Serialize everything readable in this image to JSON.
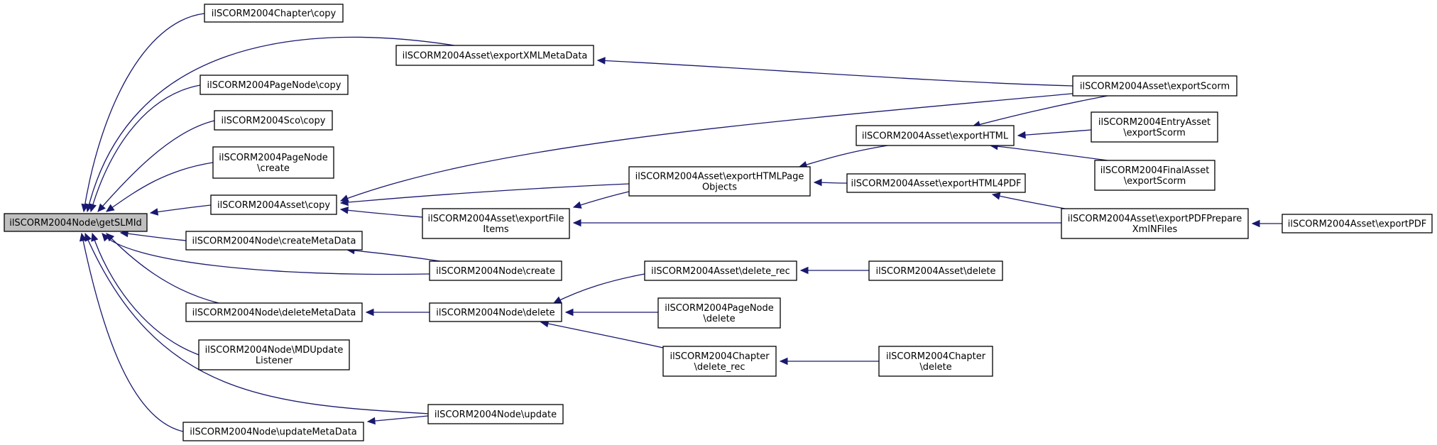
{
  "graph": {
    "type": "call-graph",
    "edge_color": "#191970",
    "root_fill": "#bfbfbf",
    "nodes": [
      {
        "id": "root",
        "lines": [
          "ilSCORM2004Node\\getSLMId"
        ],
        "root": true
      },
      {
        "id": "ch_copy",
        "lines": [
          "ilSCORM2004Chapter\\copy"
        ]
      },
      {
        "id": "pn_copy",
        "lines": [
          "ilSCORM2004PageNode\\copy"
        ]
      },
      {
        "id": "sco_copy",
        "lines": [
          "ilSCORM2004Sco\\copy"
        ]
      },
      {
        "id": "pn_create",
        "lines": [
          "ilSCORM2004PageNode",
          "\\create"
        ]
      },
      {
        "id": "as_copy",
        "lines": [
          "ilSCORM2004Asset\\copy"
        ]
      },
      {
        "id": "n_cmd",
        "lines": [
          "ilSCORM2004Node\\createMetaData"
        ]
      },
      {
        "id": "n_dmd",
        "lines": [
          "ilSCORM2004Node\\deleteMetaData"
        ]
      },
      {
        "id": "n_mdu",
        "lines": [
          "ilSCORM2004Node\\MDUpdate",
          "Listener"
        ]
      },
      {
        "id": "n_umd",
        "lines": [
          "ilSCORM2004Node\\updateMetaData"
        ]
      },
      {
        "id": "as_xmlmd",
        "lines": [
          "ilSCORM2004Asset\\exportXMLMetaData"
        ]
      },
      {
        "id": "as_fileitems",
        "lines": [
          "ilSCORM2004Asset\\exportFile",
          "Items"
        ]
      },
      {
        "id": "n_create",
        "lines": [
          "ilSCORM2004Node\\create"
        ]
      },
      {
        "id": "n_delete",
        "lines": [
          "ilSCORM2004Node\\delete"
        ]
      },
      {
        "id": "n_update",
        "lines": [
          "ilSCORM2004Node\\update"
        ]
      },
      {
        "id": "as_htmlpo",
        "lines": [
          "ilSCORM2004Asset\\exportHTMLPage",
          "Objects"
        ]
      },
      {
        "id": "as_delrec",
        "lines": [
          "ilSCORM2004Asset\\delete_rec"
        ]
      },
      {
        "id": "pn_delete",
        "lines": [
          "ilSCORM2004PageNode",
          "\\delete"
        ]
      },
      {
        "id": "ch_delrec",
        "lines": [
          "ilSCORM2004Chapter",
          "\\delete_rec"
        ]
      },
      {
        "id": "as_html",
        "lines": [
          "ilSCORM2004Asset\\exportHTML"
        ]
      },
      {
        "id": "as_html4pdf",
        "lines": [
          "ilSCORM2004Asset\\exportHTML4PDF"
        ]
      },
      {
        "id": "as_delete",
        "lines": [
          "ilSCORM2004Asset\\delete"
        ]
      },
      {
        "id": "ch_delete",
        "lines": [
          "ilSCORM2004Chapter",
          "\\delete"
        ]
      },
      {
        "id": "as_scorm",
        "lines": [
          "ilSCORM2004Asset\\exportScorm"
        ]
      },
      {
        "id": "ea_scorm",
        "lines": [
          "ilSCORM2004EntryAsset",
          "\\exportScorm"
        ]
      },
      {
        "id": "fa_scorm",
        "lines": [
          "ilSCORM2004FinalAsset",
          "\\exportScorm"
        ]
      },
      {
        "id": "as_pdfprep",
        "lines": [
          "ilSCORM2004Asset\\exportPDFPrepare",
          "XmlNFiles"
        ]
      },
      {
        "id": "as_pdf",
        "lines": [
          "ilSCORM2004Asset\\exportPDF"
        ]
      }
    ],
    "edges": [
      {
        "from": "ch_copy",
        "to": "root"
      },
      {
        "from": "as_xmlmd",
        "to": "root"
      },
      {
        "from": "pn_copy",
        "to": "root"
      },
      {
        "from": "sco_copy",
        "to": "root"
      },
      {
        "from": "pn_create",
        "to": "root"
      },
      {
        "from": "as_copy",
        "to": "root"
      },
      {
        "from": "n_cmd",
        "to": "root"
      },
      {
        "from": "n_create",
        "to": "root"
      },
      {
        "from": "n_dmd",
        "to": "root"
      },
      {
        "from": "n_mdu",
        "to": "root"
      },
      {
        "from": "n_update",
        "to": "root"
      },
      {
        "from": "n_umd",
        "to": "root"
      },
      {
        "from": "as_scorm",
        "to": "as_xmlmd"
      },
      {
        "from": "as_scorm",
        "to": "as_copy"
      },
      {
        "from": "as_htmlpo",
        "to": "as_copy"
      },
      {
        "from": "as_fileitems",
        "to": "as_copy"
      },
      {
        "from": "as_html",
        "to": "as_htmlpo"
      },
      {
        "from": "as_html4pdf",
        "to": "as_htmlpo"
      },
      {
        "from": "as_htmlpo",
        "to": "as_fileitems"
      },
      {
        "from": "as_pdfprep",
        "to": "as_fileitems"
      },
      {
        "from": "as_scorm",
        "to": "as_html"
      },
      {
        "from": "ea_scorm",
        "to": "as_html"
      },
      {
        "from": "fa_scorm",
        "to": "as_html"
      },
      {
        "from": "as_pdfprep",
        "to": "as_html4pdf"
      },
      {
        "from": "as_pdf",
        "to": "as_pdfprep"
      },
      {
        "from": "n_create",
        "to": "n_cmd"
      },
      {
        "from": "n_delete",
        "to": "n_dmd"
      },
      {
        "from": "as_delrec",
        "to": "n_delete"
      },
      {
        "from": "pn_delete",
        "to": "n_delete"
      },
      {
        "from": "ch_delrec",
        "to": "n_delete"
      },
      {
        "from": "as_delete",
        "to": "as_delrec"
      },
      {
        "from": "ch_delete",
        "to": "ch_delrec"
      },
      {
        "from": "n_update",
        "to": "n_umd"
      }
    ]
  }
}
